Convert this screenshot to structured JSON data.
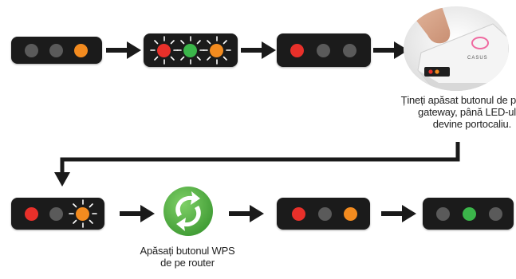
{
  "colors": {
    "panel": "#1b1b1b",
    "led_off": "#5a5a5a",
    "led_red": "#e8302a",
    "led_green": "#3bb54a",
    "led_orange": "#f38b1f",
    "wps_green": "#5cb846",
    "arrow": "#1a1a1a"
  },
  "captions": {
    "gateway_line1": "Țineți apăsat butonul de p",
    "gateway_line2": "gateway, până LED-ul",
    "gateway_line3": "devine portocaliu.",
    "wps_line1": "Apăsați butonul WPS",
    "wps_line2": "de pe router"
  },
  "icons": {
    "wps": "wps-icon",
    "gateway_photo": "gateway-button-press-photo",
    "brand_label": "CASUS"
  },
  "steps_row1": [
    {
      "leds": [
        "off",
        "off",
        "orange"
      ],
      "blinking": []
    },
    {
      "leds": [
        "red",
        "green",
        "orange"
      ],
      "blinking": [
        0,
        1,
        2
      ]
    },
    {
      "leds": [
        "red",
        "off",
        "off"
      ],
      "blinking": []
    }
  ],
  "steps_row2": [
    {
      "leds": [
        "red",
        "off",
        "orange"
      ],
      "blinking": [
        2
      ]
    },
    {
      "leds": [
        "red",
        "off",
        "orange"
      ],
      "blinking": []
    },
    {
      "leds": [
        "off",
        "green",
        "off"
      ],
      "blinking": []
    }
  ]
}
